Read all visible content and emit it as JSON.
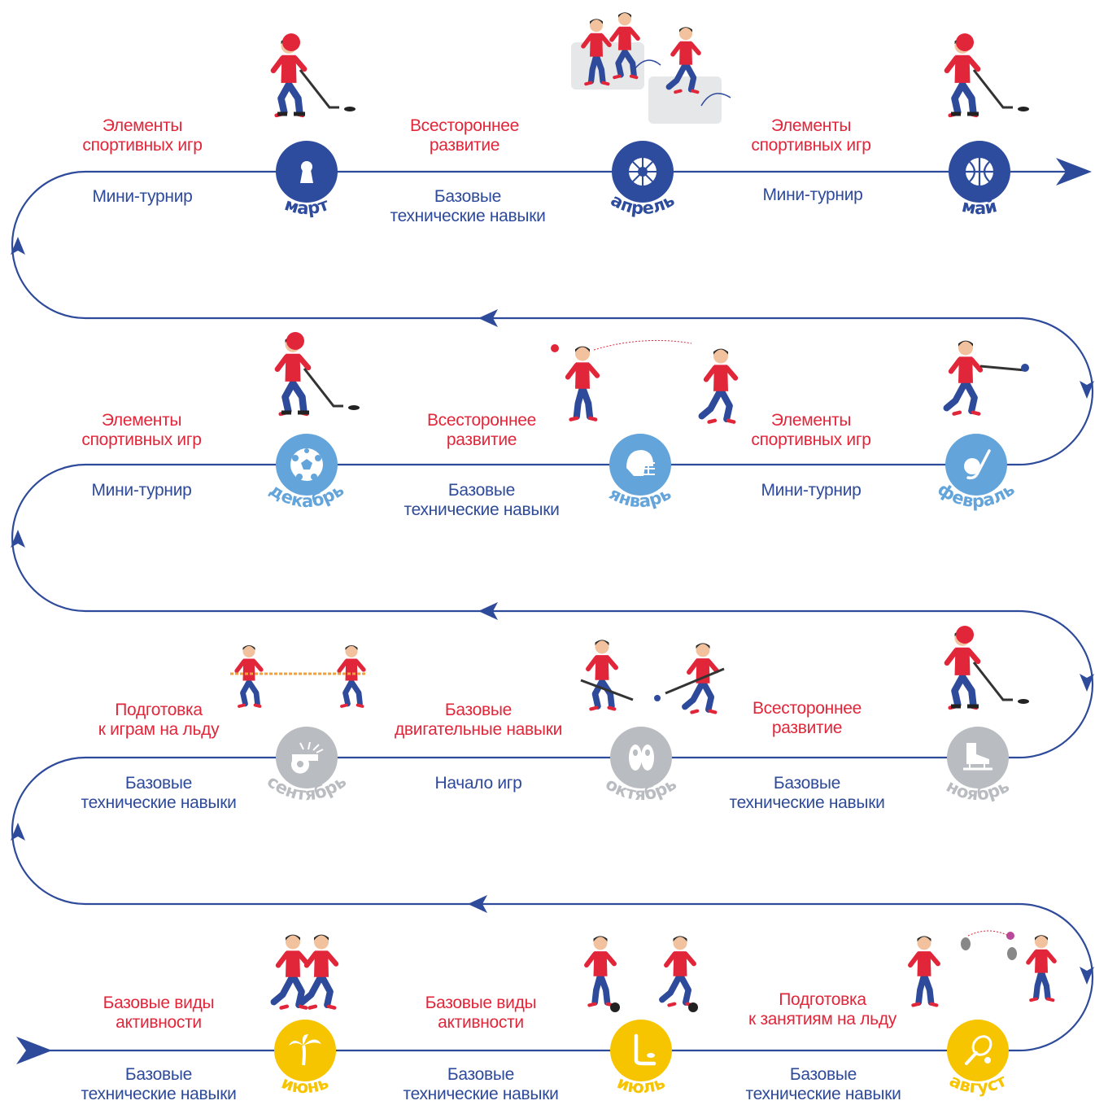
{
  "colors": {
    "path": "#2e4a9a",
    "red_text": "#e2263a",
    "blue_text": "#2e4a9a",
    "spring_circle": "#2e4c9e",
    "winter_circle": "#63a4db",
    "autumn_circle": "#b9bcc0",
    "summer_circle": "#f6c500",
    "player_shirt": "#e2263a",
    "player_pants": "#2e4a9a"
  },
  "months": [
    {
      "name": "март",
      "icon": "keyhole-icon",
      "color": "#2e4c9e"
    },
    {
      "name": "апрель",
      "icon": "handball-icon",
      "color": "#2e4c9e"
    },
    {
      "name": "май",
      "icon": "basketball-icon",
      "color": "#2e4c9e"
    },
    {
      "name": "декабрь",
      "icon": "soccer-ball-icon",
      "color": "#63a4db"
    },
    {
      "name": "январь",
      "icon": "helmet-icon",
      "color": "#63a4db"
    },
    {
      "name": "февраль",
      "icon": "bandy-ball-icon",
      "color": "#63a4db"
    },
    {
      "name": "сентябрь",
      "icon": "whistle-icon",
      "color": "#b9bcc0"
    },
    {
      "name": "октябрь",
      "icon": "sneakers-icon",
      "color": "#b9bcc0"
    },
    {
      "name": "ноябрь",
      "icon": "skate-icon",
      "color": "#b9bcc0"
    },
    {
      "name": "июнь",
      "icon": "palm-tree-icon",
      "color": "#f6c500"
    },
    {
      "name": "июль",
      "icon": "hockey-stick-icon",
      "color": "#f6c500"
    },
    {
      "name": "август",
      "icon": "tennis-racket-icon",
      "color": "#f6c500"
    }
  ],
  "labels": {
    "r1_a_top": [
      "Элементы",
      "спортивных игр"
    ],
    "r1_a_bot": [
      "Мини-турнир"
    ],
    "r1_b_top": [
      "Всестороннее",
      "развитие"
    ],
    "r1_b_bot": [
      "Базовые",
      "технические навыки"
    ],
    "r1_c_top": [
      "Элементы",
      "спортивных игр"
    ],
    "r1_c_bot": [
      "Мини-турнир"
    ],
    "r2_a_top": [
      "Элементы",
      "спортивных игр"
    ],
    "r2_a_bot": [
      "Мини-турнир"
    ],
    "r2_b_top": [
      "Всестороннее",
      "развитие"
    ],
    "r2_b_bot": [
      "Базовые",
      "технические навыки"
    ],
    "r2_c_top": [
      "Элементы",
      "спортивных игр"
    ],
    "r2_c_bot": [
      "Мини-турнир"
    ],
    "r3_a_top": [
      "Подготовка",
      "к играм  на льду"
    ],
    "r3_a_bot": [
      "Базовые",
      "технические навыки"
    ],
    "r3_b_top": [
      "Базовые",
      "двигательные навыки"
    ],
    "r3_b_bot": [
      "Начало игр"
    ],
    "r3_c_top": [
      "Всестороннее",
      "развитие"
    ],
    "r3_c_bot": [
      "Базовые",
      "технические навыки"
    ],
    "r4_a_top": [
      "Базовые виды",
      "активности"
    ],
    "r4_a_bot": [
      "Базовые",
      "технические навыки"
    ],
    "r4_b_top": [
      "Базовые виды",
      "активности"
    ],
    "r4_b_bot": [
      "Базовые",
      "технические навыки"
    ],
    "r4_c_top": [
      "Подготовка",
      "к занятиям на льду"
    ],
    "r4_c_bot": [
      "Базовые",
      "технические навыки"
    ]
  },
  "illustrations": [
    "hockey-player-illustration",
    "jumping-kids-illustration",
    "hockey-player-illustration",
    "hockey-player-illustration",
    "ball-throw-illustration",
    "bandy-player-illustration",
    "tug-of-war-illustration",
    "floorball-illustration",
    "hockey-player-illustration",
    "running-kids-illustration",
    "football-kids-illustration",
    "badminton-kids-illustration"
  ]
}
